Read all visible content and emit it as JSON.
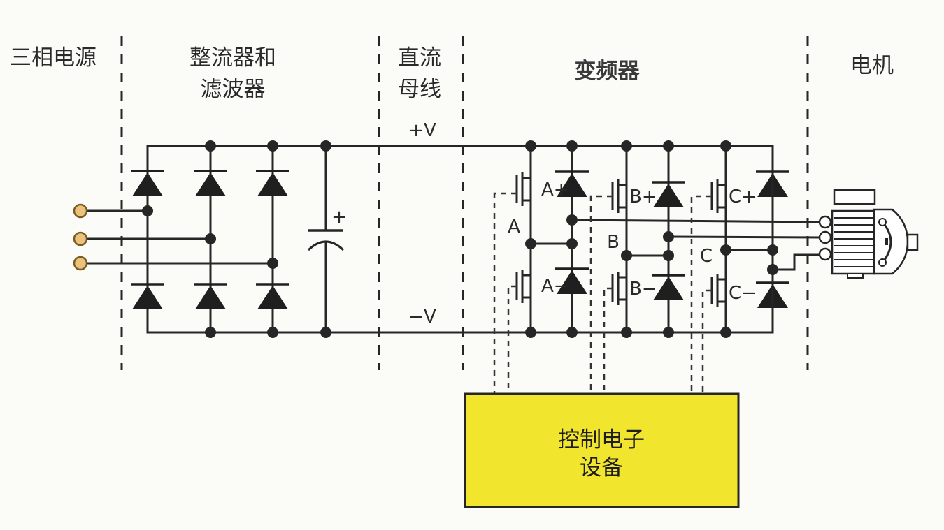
{
  "title": "变频器驱动系统结构示意图",
  "sections": {
    "power_source": "三相电源",
    "rectifier_filter_line1": "整流器和",
    "rectifier_filter_line2": "滤波器",
    "dc_bus_line1": "直流",
    "dc_bus_line2": "母线",
    "inverter": "变频器",
    "motor": "电机"
  },
  "bus_labels": {
    "positive": "+V",
    "negative": "−V",
    "capacitor_polarity": "+"
  },
  "switches": [
    {
      "id": "A+",
      "label": "A+"
    },
    {
      "id": "A-",
      "label": "A−"
    },
    {
      "id": "B+",
      "label": "B+"
    },
    {
      "id": "B-",
      "label": "B−"
    },
    {
      "id": "C+",
      "label": "C+"
    },
    {
      "id": "C-",
      "label": "C−"
    }
  ],
  "phases": [
    "A",
    "B",
    "C"
  ],
  "input_terminals": 3,
  "control_block": {
    "line1": "控制电子",
    "line2": "设备",
    "color": "#f2e52e"
  },
  "colors": {
    "terminal": "#e9c27e",
    "ink": "#262626",
    "background": "#fbfbf8"
  }
}
